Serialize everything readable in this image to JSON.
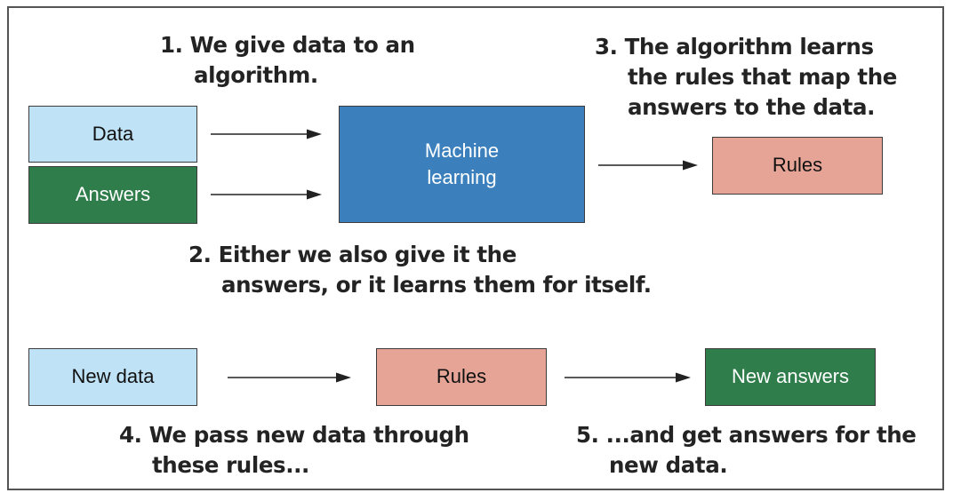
{
  "colors": {
    "data_fill": "#bfe2f6",
    "answers_fill": "#2f7d4a",
    "ml_fill": "#3b80bc",
    "rules_fill": "#e5a496",
    "new_data_fill": "#bfe2f6",
    "new_answers_fill": "#2f7d4a",
    "dark_text": "#111111",
    "light_text": "#ffffff",
    "arrow": "#222222",
    "caption_text": "#232323"
  },
  "boxes": {
    "data": "Data",
    "answers": "Answers",
    "machine_learning": "Machine\nlearning",
    "rules_top": "Rules",
    "new_data": "New data",
    "rules_bottom": "Rules",
    "new_answers": "New answers"
  },
  "captions": {
    "step1": {
      "line1": "1. We give data to an",
      "line2": "algorithm."
    },
    "step2": {
      "line1": "2. Either we also give it the",
      "line2": "answers, or it learns them for itself."
    },
    "step3": {
      "line1": "3. The algorithm learns",
      "line2": "the rules that map the",
      "line3": "answers to the data."
    },
    "step4": {
      "line1": "4. We pass new data through",
      "line2": "these rules..."
    },
    "step5": {
      "line1": "5. ...and get answers for the",
      "line2": "new data."
    }
  }
}
